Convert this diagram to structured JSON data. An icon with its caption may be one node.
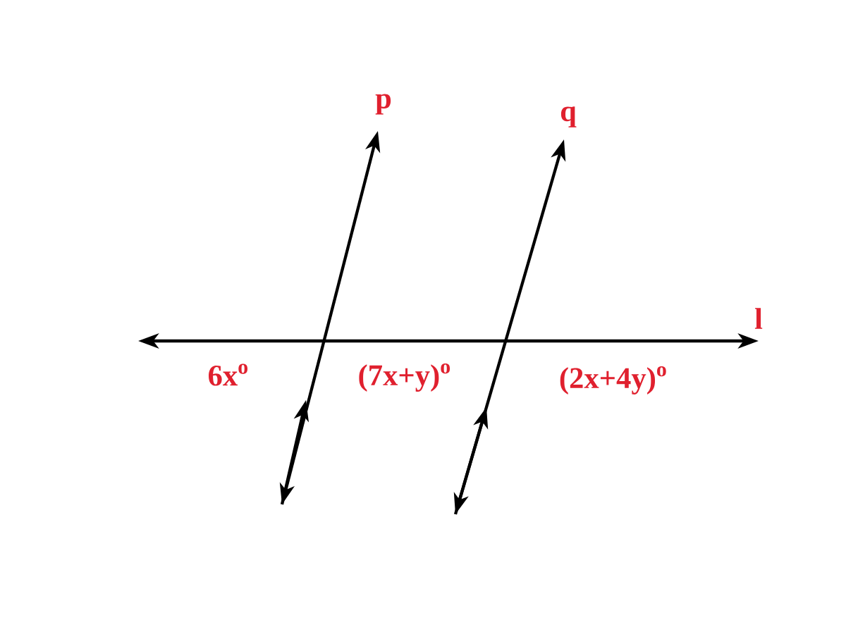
{
  "diagram": {
    "labels": [
      "p",
      "q",
      "l",
      "6x$^{o}$",
      "(7x+y)$^{o}$",
      "(2x+4y)$^{o}$"
    ]
  }
}
